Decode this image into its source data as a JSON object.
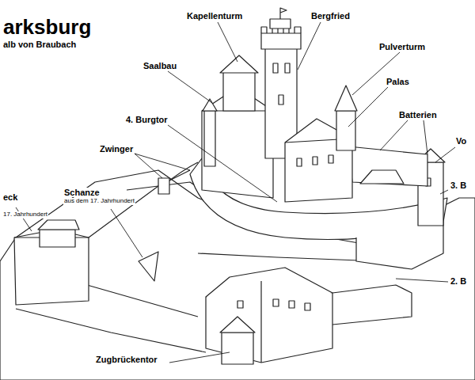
{
  "diagram": {
    "title": "arksburg",
    "labels": [
      "alb von Braubach",
      "Kapellenturm",
      "Bergfried",
      "Saalbau",
      "Pulverturm",
      "Palas",
      "Batterien",
      "4. Burgtor",
      "Vo",
      "Zwinger",
      "3. B",
      "eck",
      "Schanze",
      "aus dem 17. Jahrhundert",
      "17. Jahrhundert",
      "2. B",
      "Zugbrückentor"
    ]
  }
}
